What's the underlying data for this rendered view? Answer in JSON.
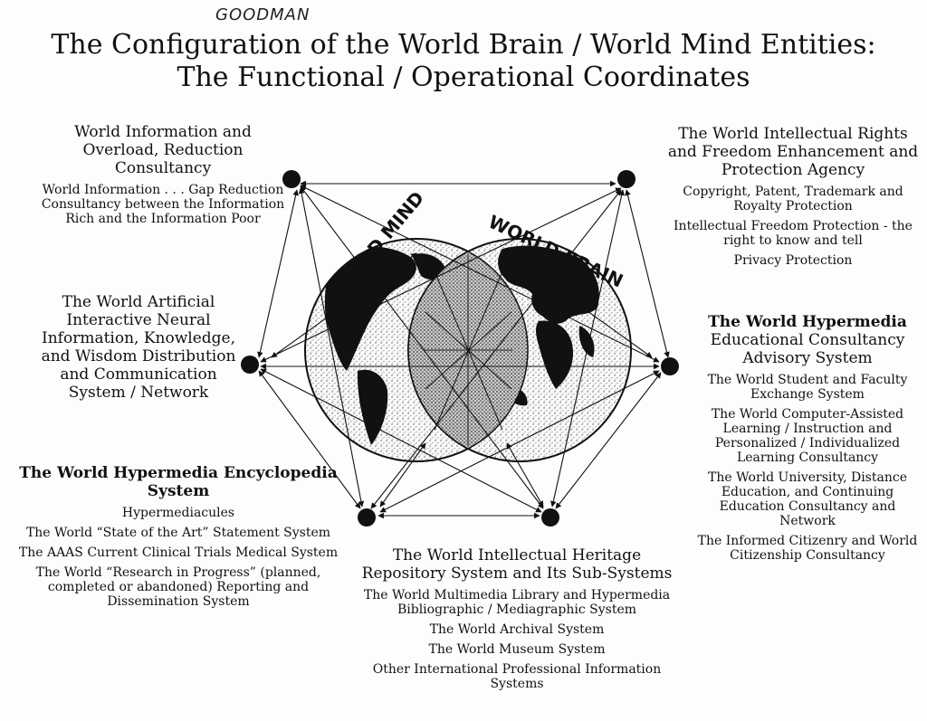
{
  "annotation": {
    "handwritten": "GOODMAN"
  },
  "title": {
    "line1": "The Configuration of the World Brain / World Mind Entities:",
    "line2": "The Functional / Operational Coordinates"
  },
  "globes": {
    "left_label": "WORLD MIND",
    "right_label": "WORLD BRAIN"
  },
  "nodes": {
    "top_left": {
      "heading": [
        "World Information and",
        "Overload, Reduction",
        "Consultancy"
      ],
      "items": [
        "World Information . . . Gap Reduction",
        "Consultancy between the Information",
        "Rich and the Information Poor"
      ]
    },
    "mid_left": {
      "heading": [
        "The World Artificial",
        "Interactive Neural",
        "Information, Knowledge,",
        "and Wisdom Distribution",
        "and Communication",
        "System / Network"
      ]
    },
    "bottom_left": {
      "heading": [
        "The World Hypermedia Encyclopedia",
        "System"
      ],
      "items": [
        "Hypermediacules",
        "The World “State of the Art” Statement System",
        "The AAAS Current Clinical Trials Medical System",
        "The World “Research in Progress” (planned,",
        "completed or abandoned) Reporting and",
        "Dissemination System"
      ]
    },
    "bottom_center": {
      "heading": [
        "The World Intellectual Heritage",
        "Repository System and Its Sub-Systems"
      ],
      "items": [
        "The World Multimedia Library and Hypermedia",
        "Bibliographic / Mediagraphic System",
        "The World Archival System",
        "The World Museum System",
        "Other International Professional Information",
        "Systems"
      ]
    },
    "top_right": {
      "heading": [
        "The World Intellectual Rights",
        "and Freedom Enhancement and",
        "Protection Agency"
      ],
      "items": [
        "Copyright, Patent, Trademark and",
        "Royalty Protection",
        "Intellectual Freedom Protection - the",
        "right to know and tell",
        "Privacy Protection"
      ]
    },
    "mid_right": {
      "heading": [
        "The World Hypermedia",
        "Educational Consultancy",
        "Advisory System"
      ],
      "items": [
        "The World Student and Faculty",
        "Exchange System",
        "The World Computer-Assisted",
        "Learning / Instruction and",
        "Personalized / Individualized",
        "Learning Consultancy",
        "The World University, Distance",
        "Education, and Continuing",
        "Education Consultancy and",
        "Network",
        "The Informed Citizenry and World",
        "Citizenship Consultancy"
      ]
    }
  }
}
